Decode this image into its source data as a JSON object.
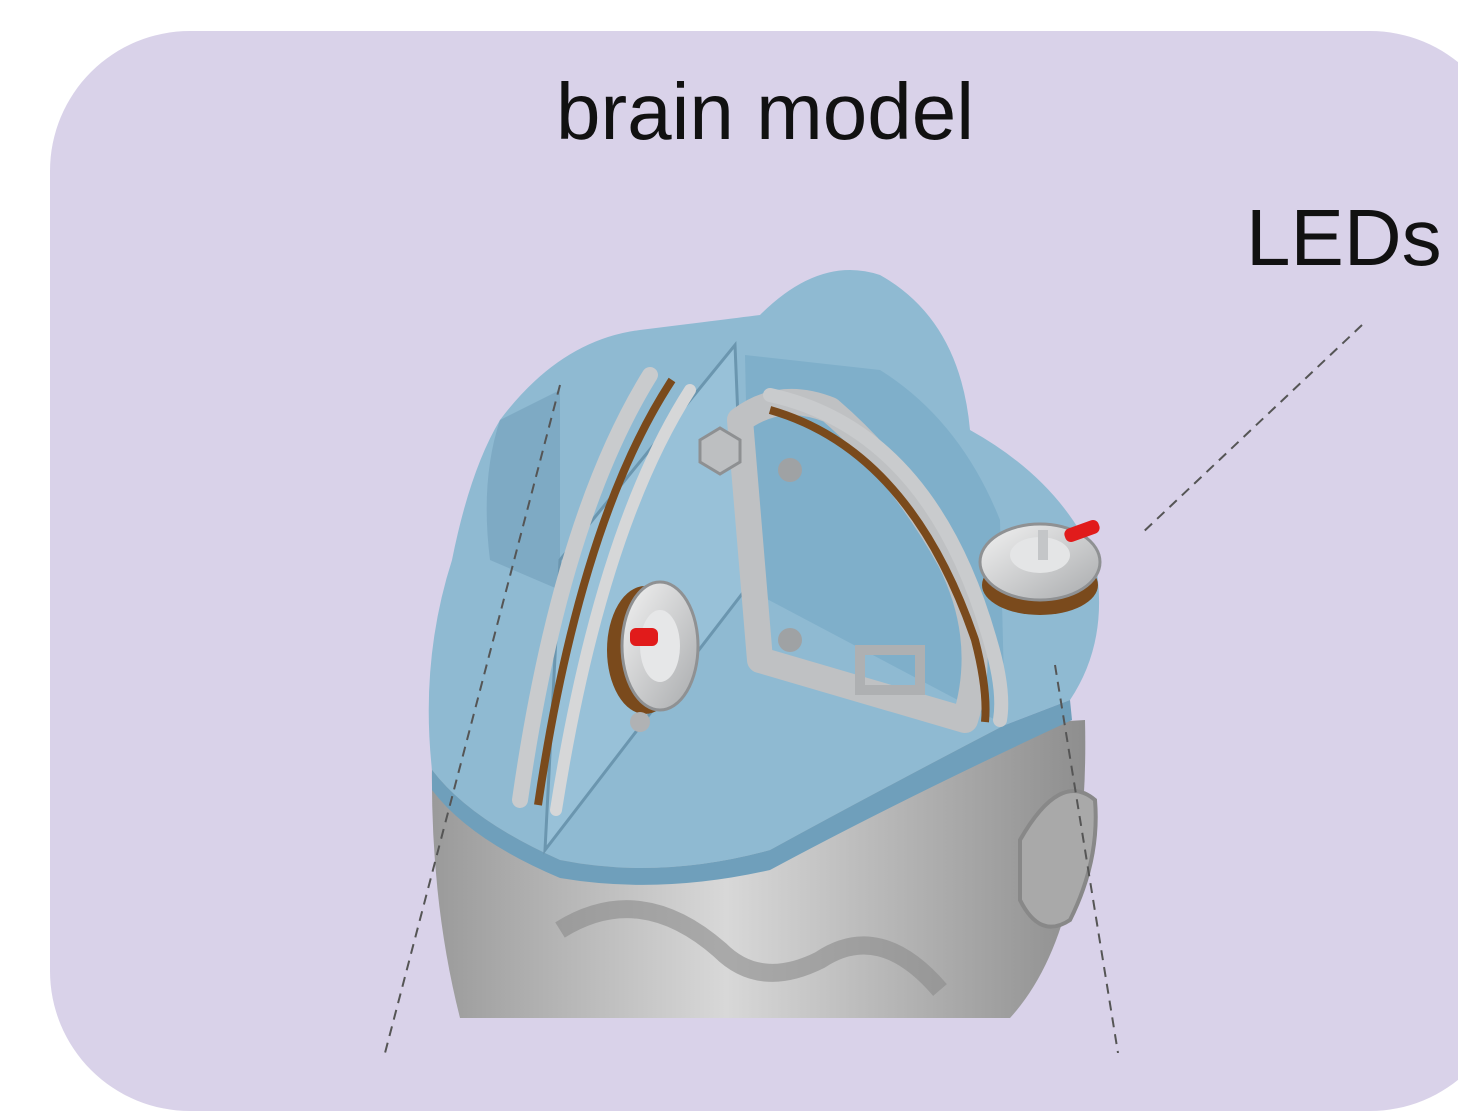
{
  "labels": {
    "title": "brain model",
    "leds": "LEDs"
  },
  "colors": {
    "panel": "#d9d2e9",
    "helmet": "#8fbad2",
    "helmet_dark": "#6f9fbb",
    "ring_silver": "#c9cbcd",
    "ring_brown": "#7a4a1c",
    "led_red": "#e11b1b",
    "head_gray": "#b8b8b8"
  },
  "icons": [
    "helmet-model",
    "led-holder-front",
    "led-holder-right",
    "head-model"
  ]
}
